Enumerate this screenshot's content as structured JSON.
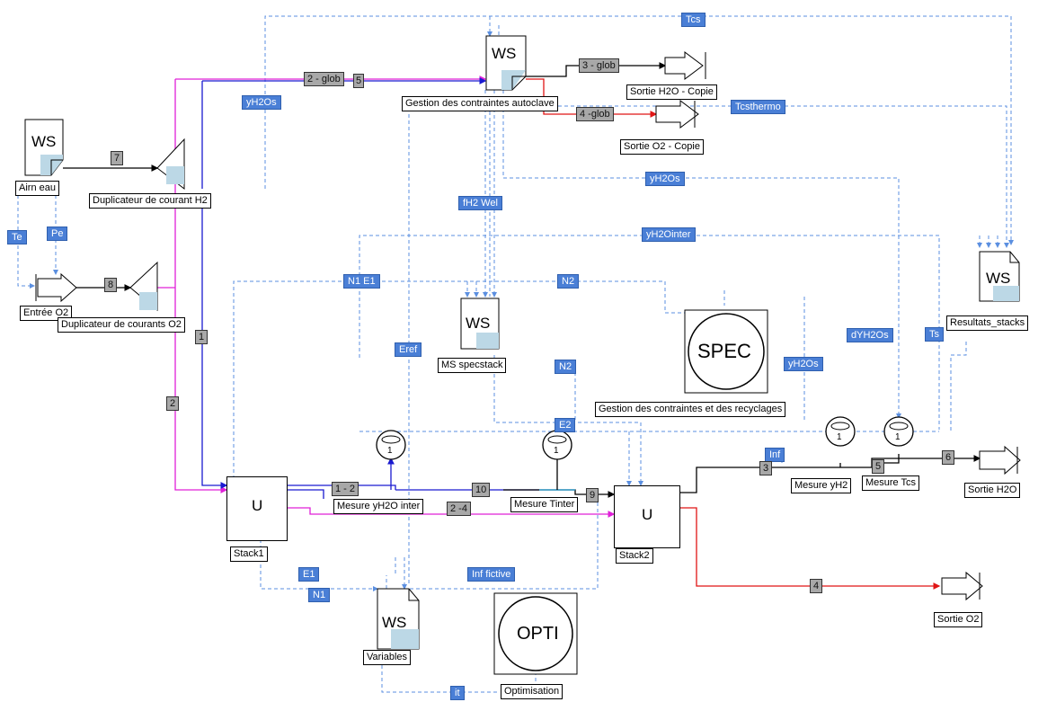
{
  "blocks": {
    "ws_gestion": "WS",
    "ws_airn": "WS",
    "ws_ms": "WS",
    "ws_resultats": "WS",
    "ws_variables": "WS",
    "stack1": "U",
    "stack2": "U",
    "spec": "SPEC",
    "opti": "OPTI",
    "sensor": "1"
  },
  "labels": {
    "gestion_autoclave": "Gestion des contraintes autoclave",
    "sortie_h2o_copie": "Sortie H2O - Copie",
    "sortie_o2_copie": "Sortie O2 - Copie",
    "airn_eau": "Airn eau",
    "duplicateur_h2": "Duplicateur de courant H2",
    "entree_o2": "Entrée O2",
    "duplicateur_o2": "Duplicateur de courants O2",
    "ms_specstack": "MS specstack",
    "resultats_stacks": "Resultats_stacks",
    "gestion_recyclages": "Gestion des contraintes et des recyclages",
    "mesure_yh2o": "Mesure yH2",
    "mesure_tcs": "Mesure Tcs",
    "sortie_h2o": "Sortie H2O",
    "mesure_yh2o_inter": "Mesure yH2O inter",
    "mesure_tinter": "Mesure Tinter",
    "stack1": "Stack1",
    "stack2": "Stack2",
    "sortie_o2": "Sortie O2",
    "variables": "Variables",
    "optimisation": "Optimisation"
  },
  "tags": {
    "tcs": "Tcs",
    "yh2os_top": "yH2Os",
    "tcsthermo": "Tcsthermo",
    "yh2os_mid": "yH2Os",
    "fh2_wel": "fH2 Wel",
    "te": "Te",
    "pe": "Pe",
    "yh2ointer": "yH2Ointer",
    "n1_e1": "N1 E1",
    "n2_top": "N2",
    "eref": "Eref",
    "n2_mid": "N2",
    "dyh2os": "dYH2Os",
    "ts": "Ts",
    "yh2os_spec": "yH2Os",
    "e2": "E2",
    "inf": "Inf",
    "e1": "E1",
    "n1": "N1",
    "inf_fictive": "Inf fictive",
    "it": "it"
  },
  "nums": {
    "glob2": "2 - glob",
    "glob2_suffix": "5",
    "glob3": "3 - glob",
    "glob4": "4 -glob",
    "n7": "7",
    "n8": "8",
    "n1": "1",
    "n2": "2",
    "n12": "1 - 2",
    "n10": "10",
    "n9": "9",
    "n24": "2 -4",
    "n3": "3",
    "n5": "5",
    "n6": "6",
    "n4": "4"
  },
  "colors": {
    "signal": "#5b8fe0",
    "h2": "#1a1ad0",
    "o2": "#e01515",
    "mix": "#e020d8",
    "black": "#000000",
    "tag_bg": "#4a7fd6",
    "num_bg": "#a8a8a8",
    "fold": "#bcd8e6"
  }
}
